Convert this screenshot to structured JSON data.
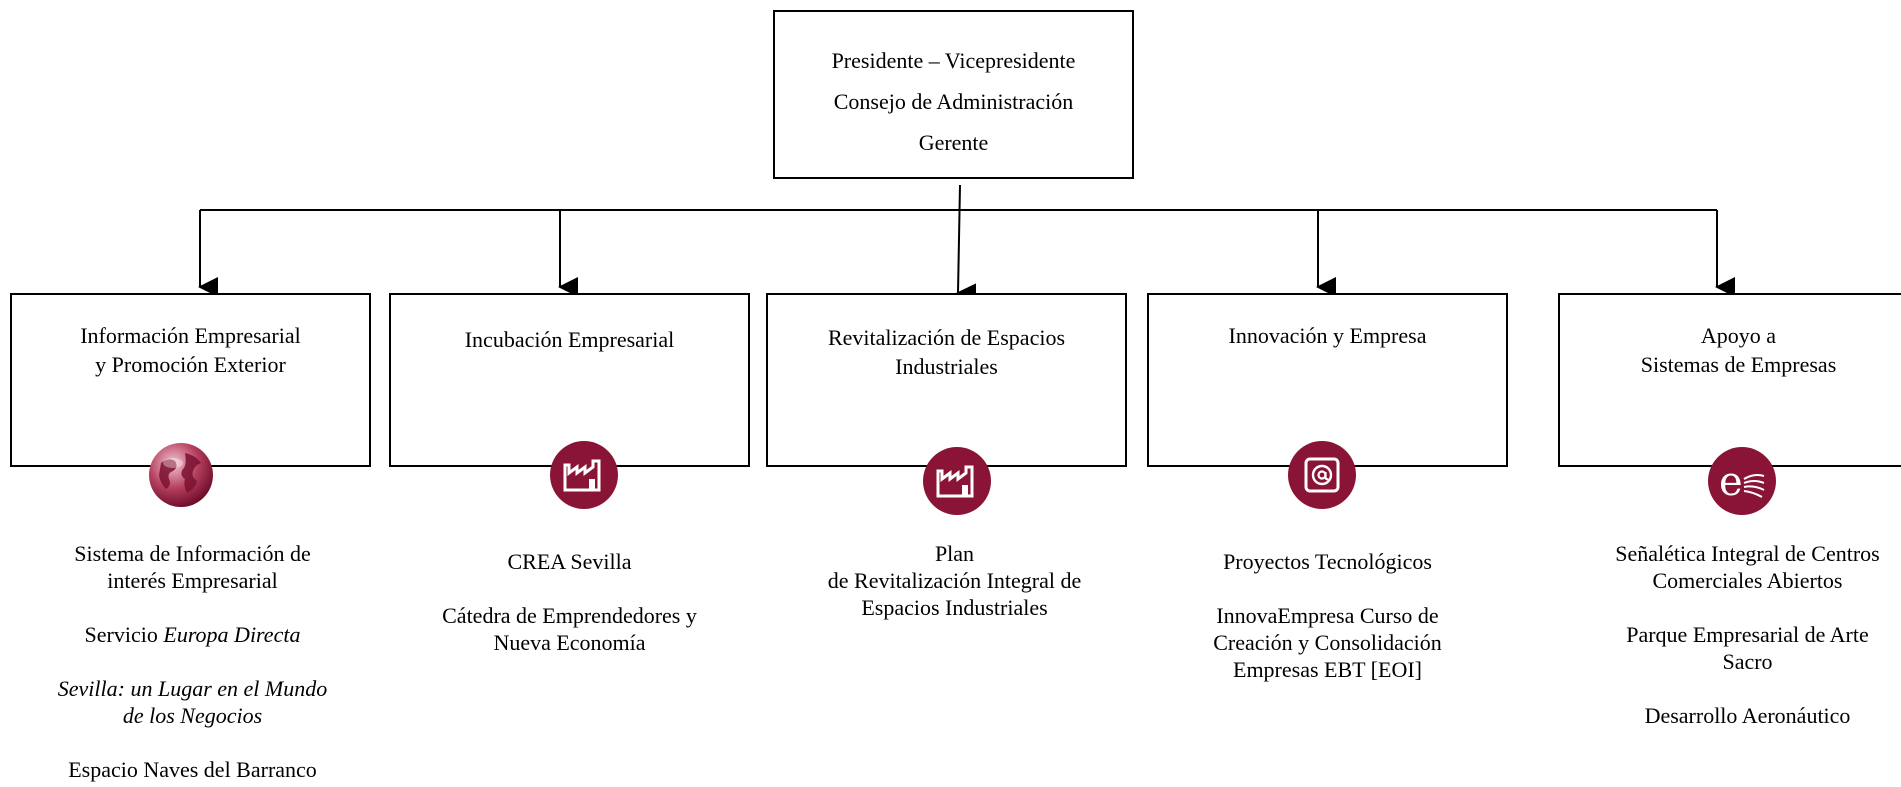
{
  "top": {
    "line1": "Presidente – Vicepresidente",
    "line2": "Consejo de Administración",
    "line3": "Gerente"
  },
  "departments": [
    {
      "title": "Información Empresarial\ny Promoción Exterior",
      "icon": "globe-icon",
      "items": [
        {
          "text": "Sistema de Información de\ninterés Empresarial"
        },
        {
          "prefix": "Servicio ",
          "emph": "Europa Directa"
        },
        {
          "emph": "Sevilla: un Lugar en el Mundo\nde los Negocios"
        },
        {
          "text": "Espacio Naves del Barranco"
        }
      ]
    },
    {
      "title": "Incubación Empresarial",
      "icon": "factory-icon",
      "items": [
        {
          "text": "CREA Sevilla"
        },
        {
          "text": "Cátedra de Emprendedores y\nNueva Economía"
        }
      ]
    },
    {
      "title": "Revitalización de Espacios\nIndustriales",
      "icon": "factory-icon",
      "items": [
        {
          "text": "Plan\nde Revitalización  Integral de\nEspacios Industriales"
        }
      ]
    },
    {
      "title": "Innovación y Empresa",
      "icon": "at-sign-icon",
      "items": [
        {
          "text": "Proyectos Tecnológicos"
        },
        {
          "text": "InnovaEmpresa Curso de\nCreación y Consolidación\nEmpresas EBT [EOI]"
        }
      ]
    },
    {
      "title": "Apoyo a\nSistemas de Empresas",
      "icon": "e-logo-icon",
      "items": [
        {
          "text": "Señalética Integral de Centros\nComerciales Abiertos"
        },
        {
          "text": "Parque Empresarial de Arte\nSacro"
        },
        {
          "text": "Desarrollo Aeronáutico"
        }
      ]
    }
  ],
  "colors": {
    "icon_background": "#8a1436",
    "lines": "#000000"
  }
}
